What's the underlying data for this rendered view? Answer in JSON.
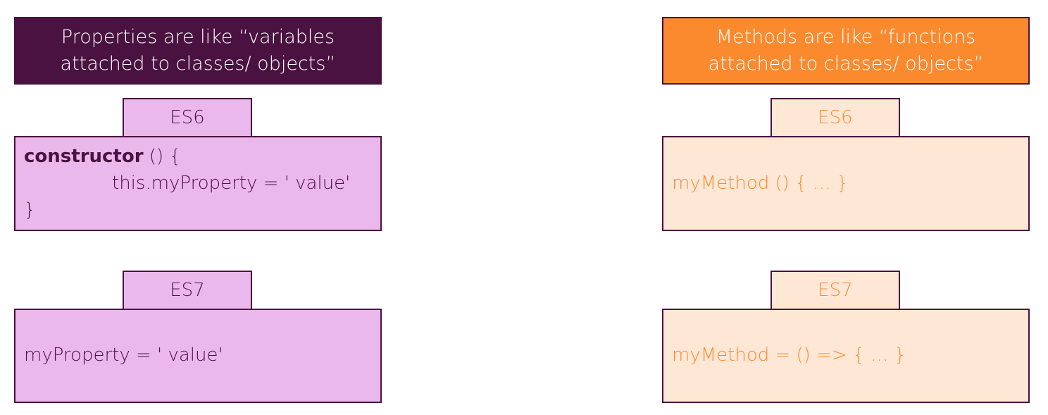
{
  "properties": {
    "header_line1": "Properties are like “variables",
    "header_line2": "attached to classes/ objects”",
    "es6": {
      "tab_label": "ES6",
      "keyword": "constructor",
      "line1_rest": " () {",
      "line2": "this.myProperty = ' value'",
      "line3": "}"
    },
    "es7": {
      "tab_label": "ES7",
      "code": "myProperty = ' value'"
    }
  },
  "methods": {
    "header_line1": "Methods are like “functions",
    "header_line2": "attached to classes/ objects”",
    "es6": {
      "tab_label": "ES6",
      "code": "myMethod () { … }"
    },
    "es7": {
      "tab_label": "ES7",
      "code": "myMethod = () => { … }"
    }
  },
  "colors": {
    "purple_dark": "#4a1240",
    "purple_light": "#ebb8eb",
    "orange": "#fb8a2f",
    "orange_light": "#ffe7d5"
  }
}
